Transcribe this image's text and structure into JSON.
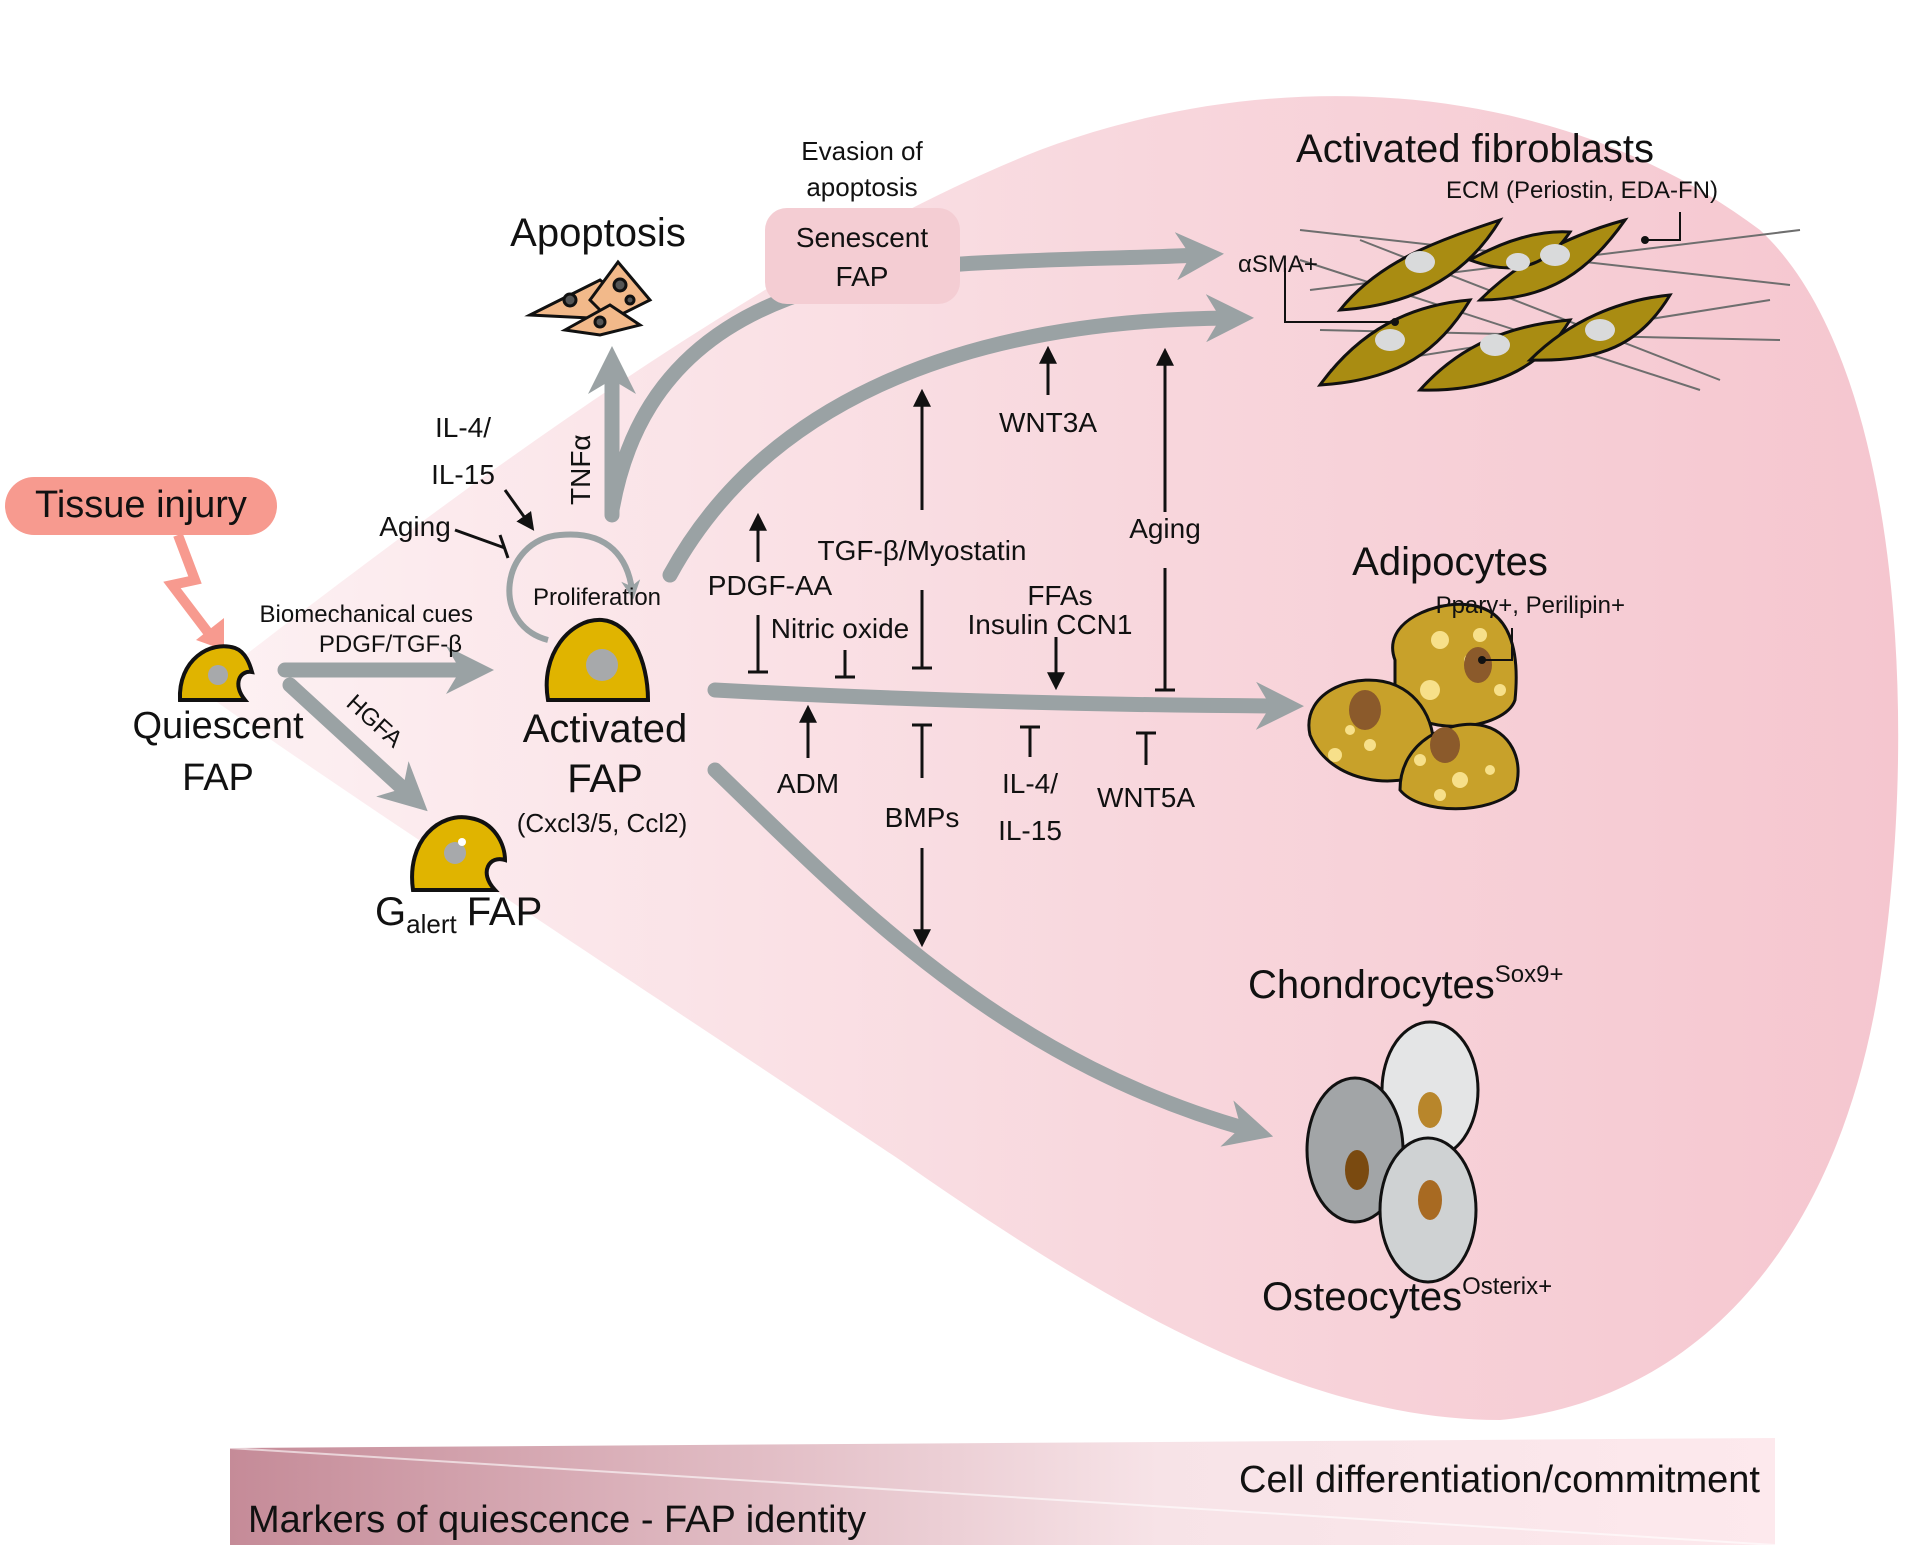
{
  "colors": {
    "background": "#ffffff",
    "cone_light": "#fdf1f3",
    "cone_dark": "#f5c6cf",
    "flow_arrow": "#9aa2a4",
    "regulator_arrow": "#111111",
    "injury_box": "#f79a8f",
    "fap_cell": "#e0b400",
    "fibroblast": "#a98c12",
    "adipocyte": "#c8a12a",
    "chondrocyte_osteocyte": "#cfd2d3",
    "senescent_box": "#f4cdd3",
    "gradient_bar_dark": "#c58b98"
  },
  "labels": {
    "tissue_injury": "Tissue injury",
    "quiescent_fap_line1": "Quiescent",
    "quiescent_fap_line2": "FAP",
    "biomechanical_cues": "Biomechanical cues",
    "pdgf_tgfb": "PDGF/TGF-β",
    "hgfa": "HGFA",
    "galert_g": "G",
    "galert_sub": "alert",
    "galert_fap": "FAP",
    "activated_fap_line1": "Activated",
    "activated_fap_line2": "FAP",
    "activated_markers": "(Cxcl3/5, Ccl2)",
    "proliferation": "Proliferation",
    "il4_line1": "IL-4/",
    "il15_line2": "IL-15",
    "aging_left": "Aging",
    "tnfa": "TNFα",
    "apoptosis": "Apoptosis",
    "evasion_line1": "Evasion of",
    "evasion_line2": "apoptosis",
    "senescent_line1": "Senescent",
    "senescent_line2": "FAP",
    "activated_fibroblasts": "Activated fibroblasts",
    "ecm": "ECM (Periostin, EDA-FN)",
    "asma": "αSMA+",
    "wnt3a": "WNT3A",
    "aging_right": "Aging",
    "pdgf_aa": "PDGF-AA",
    "tgfb_myostatin": "TGF-β/Myostatin",
    "nitric_oxide": "Nitric oxide",
    "ffas": "FFAs",
    "insulin_ccn1": "Insulin CCN1",
    "adipocytes": "Adipocytes",
    "ppar_perilipin": "Pparγ+, Perilipin+",
    "adm": "ADM",
    "bmps": "BMPs",
    "il4_lower_line1": "IL-4/",
    "il15_lower_line2": "IL-15",
    "wnt5a": "WNT5A",
    "chondrocytes": "Chondrocytes",
    "chondrocytes_sup": "Sox9+",
    "osteocytes": "Osteocytes",
    "osteocytes_sup": "Osterix+",
    "cell_differentiation": "Cell differentiation/commitment",
    "markers_quiescence": "Markers of quiescence - FAP identity"
  }
}
